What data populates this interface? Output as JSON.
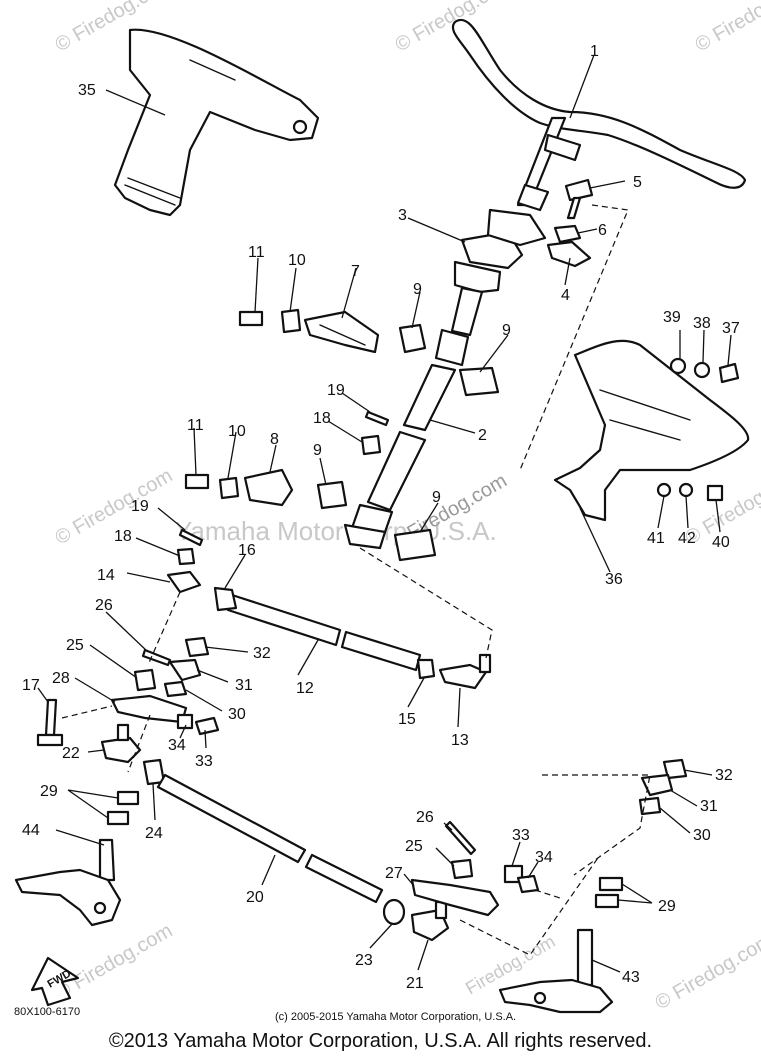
{
  "diagram": {
    "part_code": "80X100-6170",
    "fwd_label": "FWD",
    "watermark_center": "Yamaha Motor Corp, U.S.A.",
    "watermark_site": "© Firedog.com",
    "watermark_site_diag": "Firedog.com",
    "small_credit": "(c) 2005-2015 Yamaha Motor Corporation, U.S.A.",
    "copyright": "©2013 Yamaha Motor Corporation, U.S.A. All rights reserved.",
    "callouts": [
      "1",
      "2",
      "3",
      "4",
      "5",
      "6",
      "7",
      "8",
      "9",
      "9",
      "9",
      "9",
      "10",
      "10",
      "11",
      "11",
      "12",
      "13",
      "14",
      "15",
      "16",
      "17",
      "18",
      "18",
      "19",
      "19",
      "20",
      "21",
      "22",
      "23",
      "24",
      "25",
      "25",
      "26",
      "26",
      "27",
      "28",
      "29",
      "29",
      "30",
      "30",
      "31",
      "31",
      "32",
      "32",
      "33",
      "33",
      "34",
      "34",
      "35",
      "36",
      "37",
      "38",
      "39",
      "40",
      "41",
      "42",
      "43",
      "44"
    ]
  }
}
